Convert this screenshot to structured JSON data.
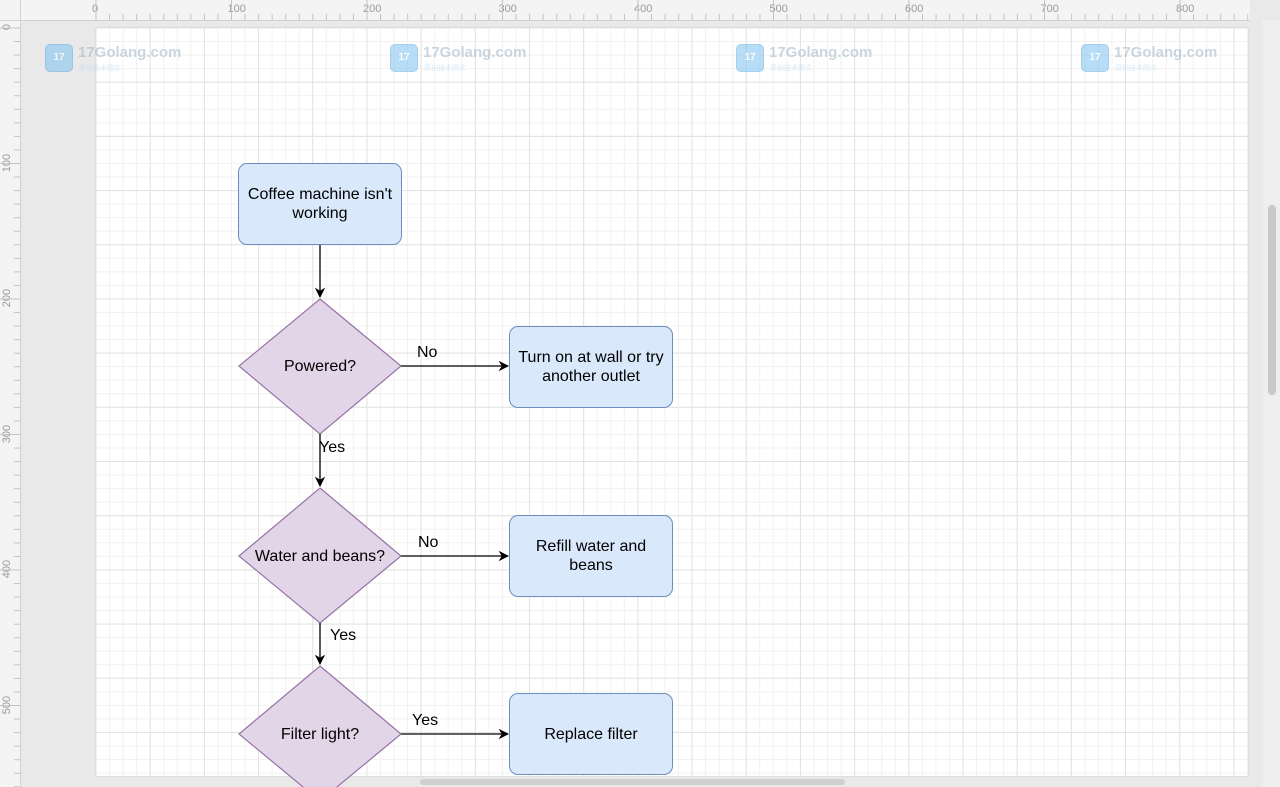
{
  "ruler": {
    "top_ticks": [
      "0",
      "100",
      "200",
      "300",
      "400",
      "500",
      "600",
      "700",
      "800"
    ],
    "left_ticks": [
      "0",
      "100",
      "200",
      "300",
      "400",
      "500"
    ]
  },
  "watermark": {
    "logo_text": "17",
    "text": "17Golang.com",
    "subtext": "原创技术图文"
  },
  "diagram": {
    "nodes": {
      "start": "Coffee machine isn't working",
      "powered": "Powered?",
      "turn_on": "Turn on at wall or try another outlet",
      "water_beans": "Water and beans?",
      "refill": "Refill water and beans",
      "filter_light": "Filter light?",
      "replace_filter": "Replace filter"
    },
    "edge_labels": {
      "powered_no": "No",
      "powered_yes": "Yes",
      "water_no": "No",
      "water_yes": "Yes",
      "filter_yes": "Yes"
    },
    "colors": {
      "process_fill": "#dae8fc",
      "process_stroke": "#6c8ebf",
      "decision_fill": "#e1d5e7",
      "decision_stroke": "#9673a6",
      "edge": "#000000"
    }
  }
}
